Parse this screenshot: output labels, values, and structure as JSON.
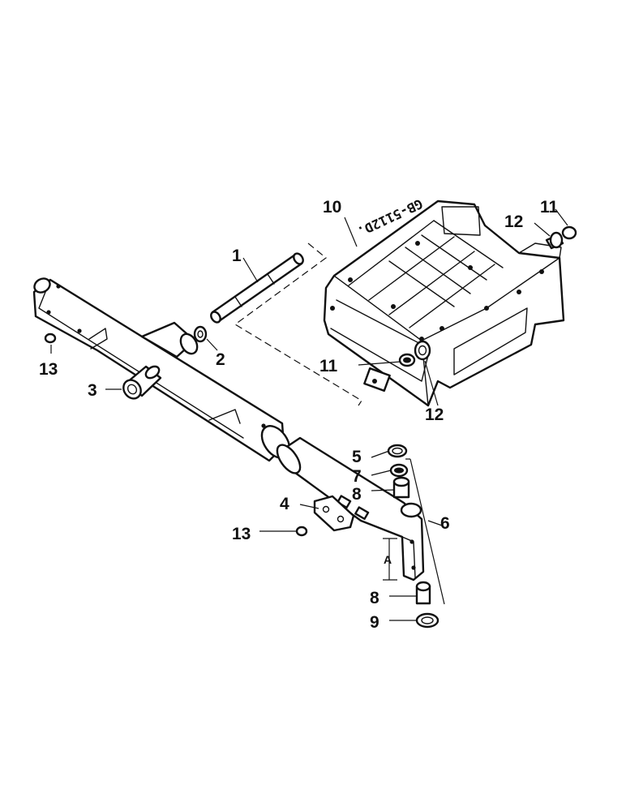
{
  "drawing": {
    "reference": "GB-5112D.",
    "dimension_label": "A"
  },
  "callouts": {
    "c1": "1",
    "c2": "2",
    "c3": "3",
    "c4": "4",
    "c5": "5",
    "c6": "6",
    "c7": "7",
    "c8a": "8",
    "c8b": "8",
    "c9": "9",
    "c10": "10",
    "c11a": "11",
    "c11b": "11",
    "c12a": "12",
    "c12b": "12",
    "c13a": "13",
    "c13b": "13"
  }
}
